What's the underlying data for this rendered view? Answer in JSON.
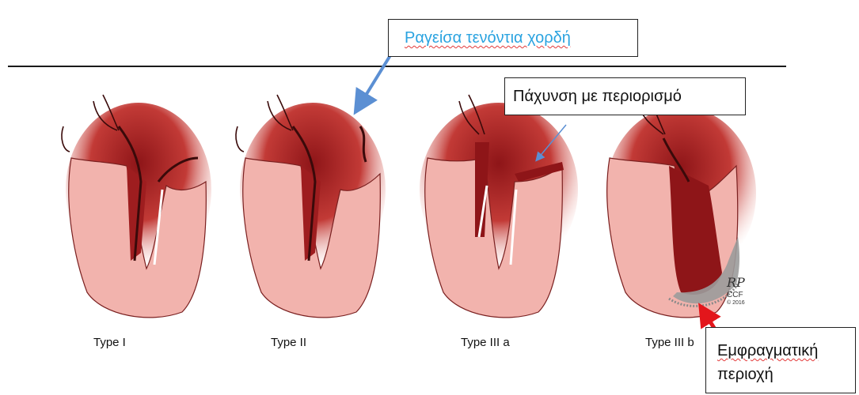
{
  "callouts": {
    "ruptured_chord": "Ραγείσα τενόντια χορδή",
    "thickening_restriction": "Πάχυνση με  περιορισμό",
    "infarct_area_line1": "Εμφραγματική",
    "infarct_area_line2": "περιοχή"
  },
  "types": [
    "Type I",
    "Type II",
    "Type III a",
    "Type III b"
  ],
  "credit": {
    "initials": "RP",
    "org": "CCF",
    "year": "© 2016"
  },
  "colors": {
    "myocardium": "#f2b3ad",
    "cavity_dark": "#b4282c",
    "leaflet_dark": "#7a1416",
    "infarct": "#9b9b9b",
    "blue_arrow": "#5b8fd3",
    "red_arrow": "#e3161b",
    "rupture_text": "#2aa3e0"
  }
}
